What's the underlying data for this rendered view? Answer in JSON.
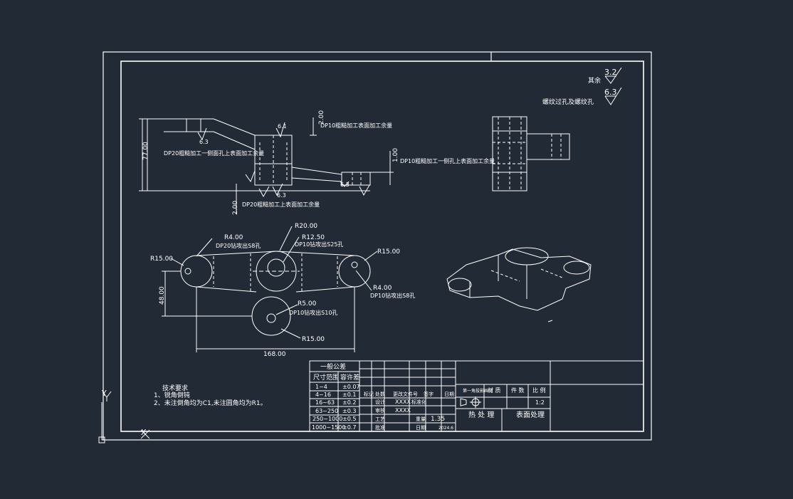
{
  "colors": {
    "background": "#222a35",
    "line": "#ffffff",
    "dim": "#e6e6e6"
  },
  "ucs": {
    "y": "Y",
    "x": "X"
  },
  "roughness": {
    "other_label": "其余",
    "value_a": "3.2",
    "value_b": "6.3",
    "thread_note": "螺纹过孔及螺纹孔"
  },
  "front_view": {
    "dim_77": "77.00",
    "dim_2_top": "2.00",
    "dim_2_bottom": "2.00",
    "dim_1": "1.00",
    "rough_63": "6.3",
    "rough_61": "6.1",
    "note_dp10_top": "DP10粗糙加工表面加工余量",
    "note_dp20_left": "DP20粗糙加工一侧面孔上表面加工余量",
    "note_dp10_right": "DP10粗糙加工一侧孔上表面加工余量",
    "note_dp20_bottom": "DP20粗糙加工上表面加工余量"
  },
  "top_view": {
    "r4_left": "R4.00",
    "note_r4_left": "DP20钻攻出S8孔",
    "r15_left": "R15.00",
    "r20": "R20.00",
    "r125": "R12.50",
    "note_r125": "DP10钻攻出S25孔",
    "r15_right": "R15.00",
    "r4_right": "R4.00",
    "note_r4_right": "DP10钻攻出S8孔",
    "r5": "R5.00",
    "note_r5": "DP10钻攻出S10孔",
    "r15_bottom": "R15.00",
    "dim_48": "48.00",
    "dim_168": "168.00"
  },
  "tech": {
    "title": "技术要求",
    "line1": "1、锐角倒钝",
    "line2": "2、未注倒角均为C1,未注圆角均为R1。"
  },
  "tolerance": {
    "title": "一般公差",
    "col1": "尺寸范围",
    "col2": "容许差",
    "rows": [
      [
        "1~4",
        "±0.07"
      ],
      [
        "4~16",
        "±0.1"
      ],
      [
        "16~63",
        "±0.2"
      ],
      [
        "63~250",
        "±0.3"
      ],
      [
        "250~1000",
        "±0.5"
      ],
      [
        "1000~1500",
        "±0.7"
      ]
    ]
  },
  "title_block": {
    "h_mark": "标记",
    "h_count": "处数",
    "h_doc": "更改文件号",
    "h_sign": "签字",
    "h_date": "日期",
    "designer": "设计",
    "checker": "审核",
    "craft": "工艺",
    "approve": "批准",
    "name_mask": "XXXX",
    "std": "标准化",
    "weight": "重量",
    "weight_val": "1.35",
    "date_label": "日期",
    "date_val": "2024.6",
    "proj": "第一角投影画法",
    "material": "材 质",
    "pieces": "件 数",
    "scale": "比 例",
    "scale_val": "1:2",
    "heat": "热 处 理",
    "surface": "表面处理"
  }
}
